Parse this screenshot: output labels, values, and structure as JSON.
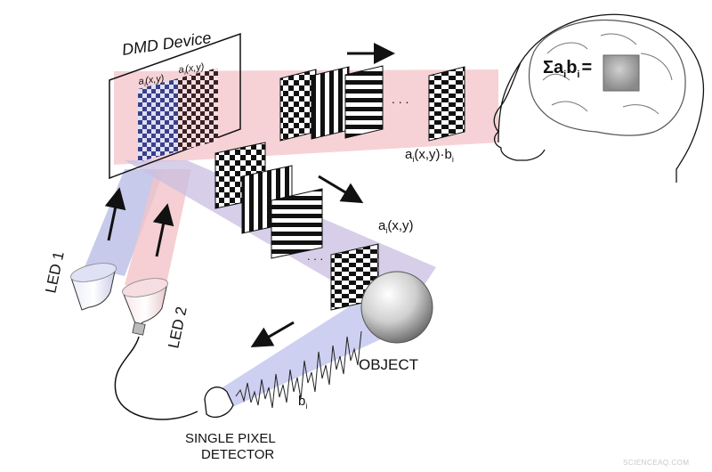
{
  "labels": {
    "dmd_title": "DMD Device",
    "dmd_pattern_left": "a",
    "dmd_pattern_left_sub": "i",
    "dmd_pattern_right": "a",
    "dmd_pattern_right_sub": "i",
    "dmd_pattern_args": "(x,y)",
    "led1": "LED 1",
    "led2": "LED 2",
    "object": "OBJECT",
    "detector_line1": "SINGLE PIXEL",
    "detector_line2": "DETECTOR",
    "signal": "b",
    "signal_sub": "i",
    "patterns": "a",
    "patterns_sub": "i",
    "patterns_args": "(x,y)",
    "product": "a",
    "product_sub1": "i",
    "product_mid": "(x,y)·b",
    "product_sub2": "i",
    "sum_symbol": "Σa",
    "sum_sub1": "i",
    "sum_b": "b",
    "sum_sub2": "i",
    "sum_eq": "=",
    "ellipsis": ". . .",
    "watermark": "SCIENCEAQ.COM"
  },
  "colors": {
    "beam_blue": "#b9bde6",
    "beam_pink": "#f3c3c8",
    "beam_violet": "#c9bfe2",
    "brain_square": "#a7a7a7",
    "pattern_black": "#111111",
    "pattern_white": "#ffffff"
  },
  "icons": [
    "led-bulb-icon",
    "sphere-object-icon",
    "detector-icon",
    "brain-head-icon",
    "arrow-icon"
  ]
}
